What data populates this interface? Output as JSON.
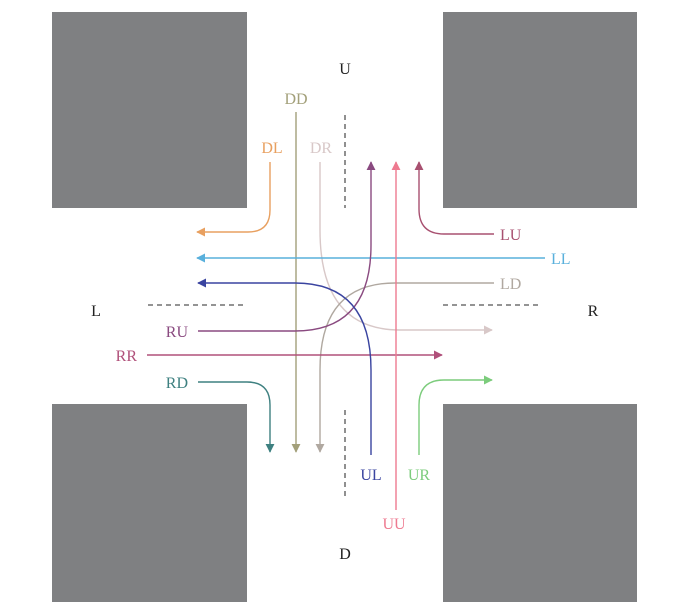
{
  "directions": {
    "up": "U",
    "down": "D",
    "left": "L",
    "right": "R"
  },
  "movements": {
    "DD": {
      "label": "DD",
      "color": "#a3a07a"
    },
    "DL": {
      "label": "DL",
      "color": "#e8a060"
    },
    "DR": {
      "label": "DR",
      "color": "#d8c8c8"
    },
    "LU": {
      "label": "LU",
      "color": "#a85070"
    },
    "LL": {
      "label": "LL",
      "color": "#59b0dc"
    },
    "LD": {
      "label": "LD",
      "color": "#b0a8a0"
    },
    "RU": {
      "label": "RU",
      "color": "#8a4a80"
    },
    "RR": {
      "label": "RR",
      "color": "#b0507a"
    },
    "RD": {
      "label": "RD",
      "color": "#3e8080"
    },
    "UL": {
      "label": "UL",
      "color": "#3a44a0"
    },
    "UR": {
      "label": "UR",
      "color": "#7ccc7c"
    },
    "UU": {
      "label": "UU",
      "color": "#ee7a90"
    }
  },
  "block_color": "#7f8082"
}
